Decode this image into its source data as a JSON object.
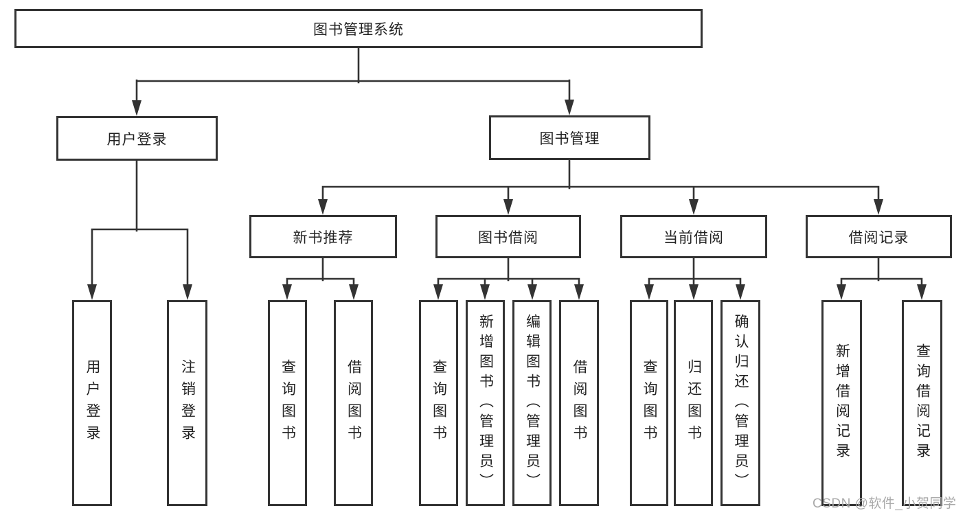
{
  "colors": {
    "line": "#333333",
    "text": "#222222",
    "background": "#ffffff",
    "watermark": "#a9a9a9"
  },
  "tree": {
    "label": "图书管理系统",
    "children": [
      {
        "label": "用户登录",
        "children": [
          {
            "label": "用户登录"
          },
          {
            "label": "注销登录"
          }
        ]
      },
      {
        "label": "图书管理",
        "children": [
          {
            "label": "新书推荐",
            "children": [
              {
                "label": "查询图书"
              },
              {
                "label": "借阅图书"
              }
            ]
          },
          {
            "label": "图书借阅",
            "children": [
              {
                "label": "查询图书"
              },
              {
                "label": "新增图书（管理员）"
              },
              {
                "label": "编辑图书（管理员）"
              },
              {
                "label": "借阅图书"
              }
            ]
          },
          {
            "label": "当前借阅",
            "children": [
              {
                "label": "查询图书"
              },
              {
                "label": "归还图书"
              },
              {
                "label": "确认归还（管理员）"
              }
            ]
          },
          {
            "label": "借阅记录",
            "children": [
              {
                "label": "新增借阅记录"
              },
              {
                "label": "查询借阅记录"
              }
            ]
          }
        ]
      }
    ]
  },
  "watermark": {
    "text": "CSDN @软件_小贺同学"
  }
}
